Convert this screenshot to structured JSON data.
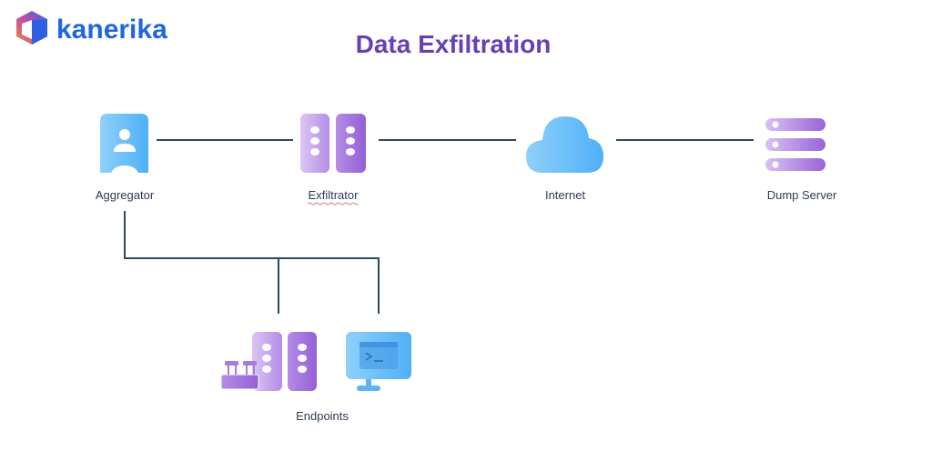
{
  "brand": {
    "name": "kanerika"
  },
  "title": "Data Exfiltration",
  "nodes": {
    "aggregator": "Aggregator",
    "exfiltrator": "Exfiltrator",
    "internet": "Internet",
    "dump_server": "Dump Server",
    "endpoints": "Endpoints"
  },
  "colors": {
    "title": "#6a3fb5",
    "brand": "#1f66e0",
    "purple": "#9b6fd8",
    "blue": "#5ab4f7"
  }
}
